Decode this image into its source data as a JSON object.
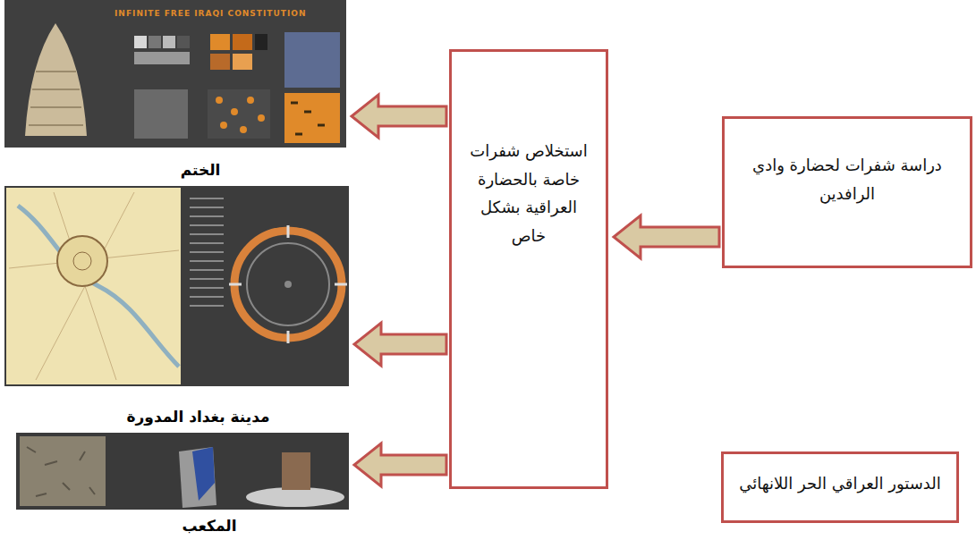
{
  "diagram": {
    "nodes": [
      {
        "text": [
          "دراسة شفرات لحضارة وادي الرافدين"
        ]
      },
      {
        "text": [
          "استخلاص شفرات خاصة بالحضارة العراقية بشكل خاص"
        ]
      },
      {
        "text": [
          "الختم"
        ]
      },
      {
        "text": [
          "مدينة بغداد المدورة"
        ]
      },
      {
        "text": [
          "المكعب"
        ]
      },
      {
        "text": [
          "الدستور العراقي الحر اللانهائي"
        ]
      }
    ],
    "edges": [
      {
        "from": 0,
        "to": 1,
        "arrow": "to"
      },
      {
        "from": 1,
        "to": 2,
        "arrow": "to"
      },
      {
        "from": 1,
        "to": 3,
        "arrow": "to"
      },
      {
        "from": 1,
        "to": 4,
        "arrow": "to"
      }
    ],
    "labels": [
      "INFINITE FREE IRAQI CONSTITUTION"
    ]
  }
}
